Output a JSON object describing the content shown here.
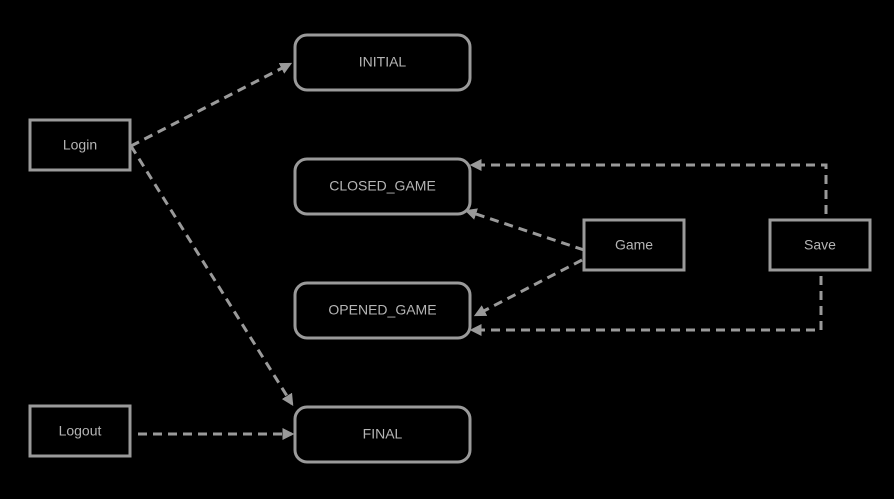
{
  "colors": {
    "background": "#000000",
    "stroke": "#9a9a9a",
    "text": "#b5b5b5"
  },
  "states": {
    "initial": "INITIAL",
    "closed_game": "CLOSED_GAME",
    "opened_game": "OPENED_GAME",
    "final": "FINAL"
  },
  "actions": {
    "login": "Login",
    "logout": "Logout",
    "game": "Game",
    "save": "Save"
  },
  "edges": [
    {
      "from": "actions.login",
      "to": "states.initial"
    },
    {
      "from": "actions.login",
      "to": "states.final"
    },
    {
      "from": "actions.logout",
      "to": "states.final"
    },
    {
      "from": "actions.game",
      "to": "states.closed_game"
    },
    {
      "from": "actions.game",
      "to": "states.opened_game"
    },
    {
      "from": "actions.save",
      "to": "states.closed_game"
    },
    {
      "from": "actions.save",
      "to": "states.opened_game"
    }
  ]
}
